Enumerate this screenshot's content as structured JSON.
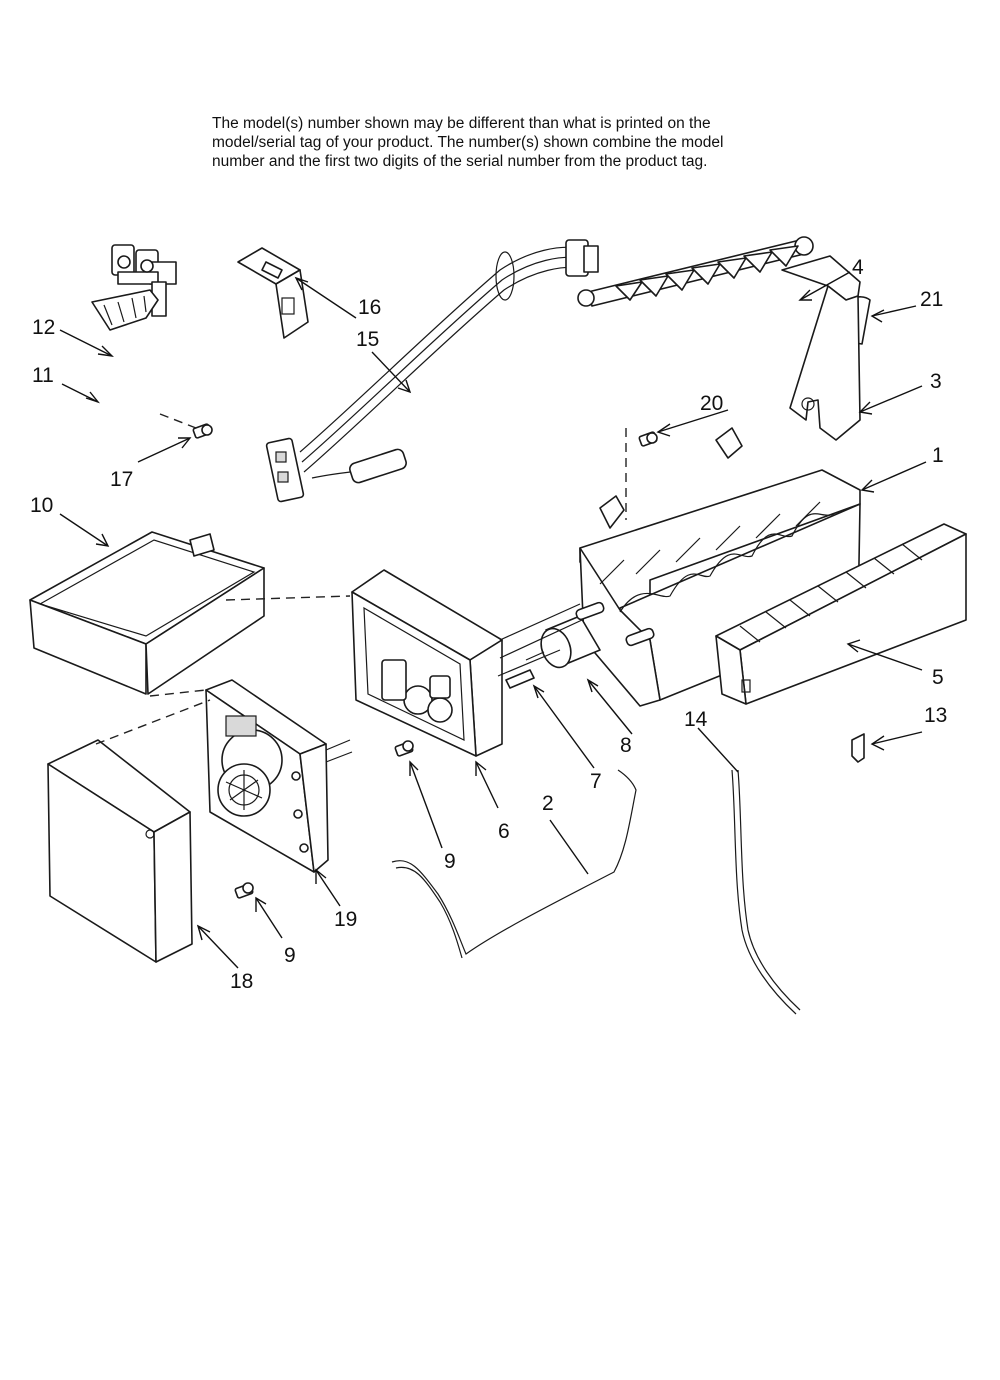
{
  "disclaimer_lines": [
    "The model(s) number shown may be different than what is printed on the",
    "model/serial tag of your product. The number(s) shown combine the model",
    "number and the first two digits of the serial number from the product tag."
  ],
  "callouts": {
    "c1": "1",
    "c2": "2",
    "c3": "3",
    "c4": "4",
    "c5": "5",
    "c6": "6",
    "c7": "7",
    "c8": "8",
    "c9a": "9",
    "c9b": "9",
    "c10": "10",
    "c11": "11",
    "c12": "12",
    "c13": "13",
    "c14": "14",
    "c15": "15",
    "c16": "16",
    "c17": "17",
    "c18": "18",
    "c19": "19",
    "c20": "20",
    "c21": "21"
  },
  "colors": {
    "line": "#1a1a1a",
    "background": "#ffffff"
  }
}
